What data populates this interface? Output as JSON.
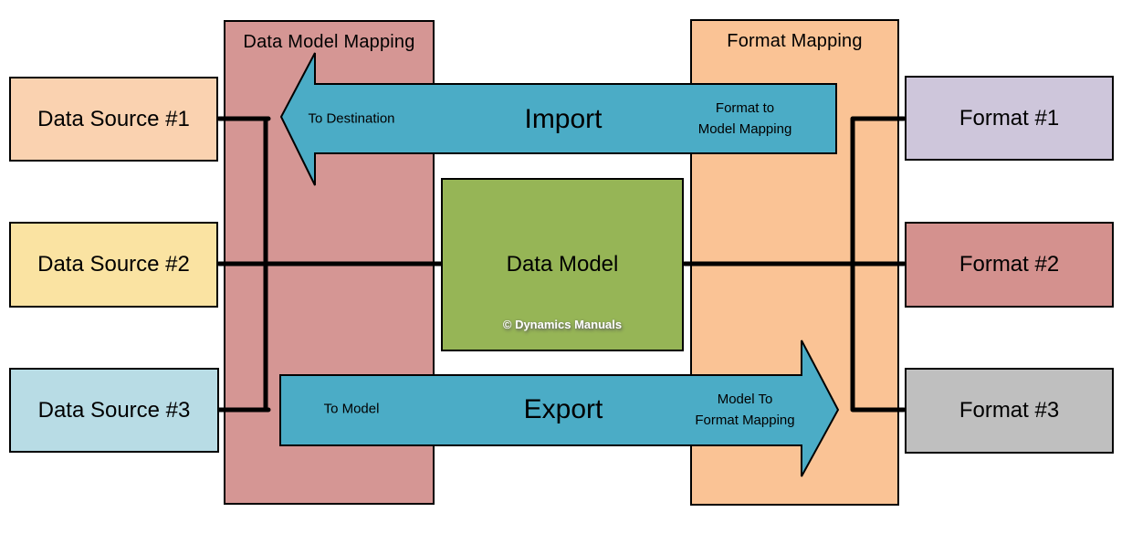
{
  "diagram": {
    "columns": {
      "data_model_mapping": {
        "title": "Data Model Mapping",
        "color": "#D59694"
      },
      "format_mapping": {
        "title": "Format Mapping",
        "color": "#FAC395"
      }
    },
    "sources": [
      {
        "label": "Data Source #1",
        "color": "#FAD2B0"
      },
      {
        "label": "Data Source #2",
        "color": "#FAE3A2"
      },
      {
        "label": "Data Source #3",
        "color": "#B8DCE5"
      }
    ],
    "formats": [
      {
        "label": "Format #1",
        "color": "#CEC6DB"
      },
      {
        "label": "Format #2",
        "color": "#D4918E"
      },
      {
        "label": "Format #3",
        "color": "#BFBFBF"
      }
    ],
    "center": {
      "label": "Data Model",
      "watermark": "© Dynamics Manuals",
      "color": "#96B556"
    },
    "arrows": {
      "color": "#4BACC6",
      "import": {
        "label": "Import",
        "note_left": "To Destination",
        "note_right": "Format to\nModel Mapping"
      },
      "export": {
        "label": "Export",
        "note_left": "To Model",
        "note_right": "Model To\nFormat Mapping"
      }
    },
    "connector_color": "#000000"
  }
}
